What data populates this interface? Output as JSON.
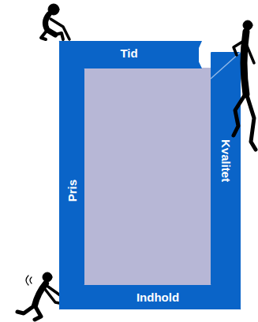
{
  "diagram": {
    "nodes": [
      {
        "text": [
          "Tid"
        ]
      },
      {
        "text": [
          "Pris"
        ]
      },
      {
        "text": [
          "Kvalitet"
        ]
      },
      {
        "text": [
          "Indhold"
        ]
      }
    ]
  }
}
